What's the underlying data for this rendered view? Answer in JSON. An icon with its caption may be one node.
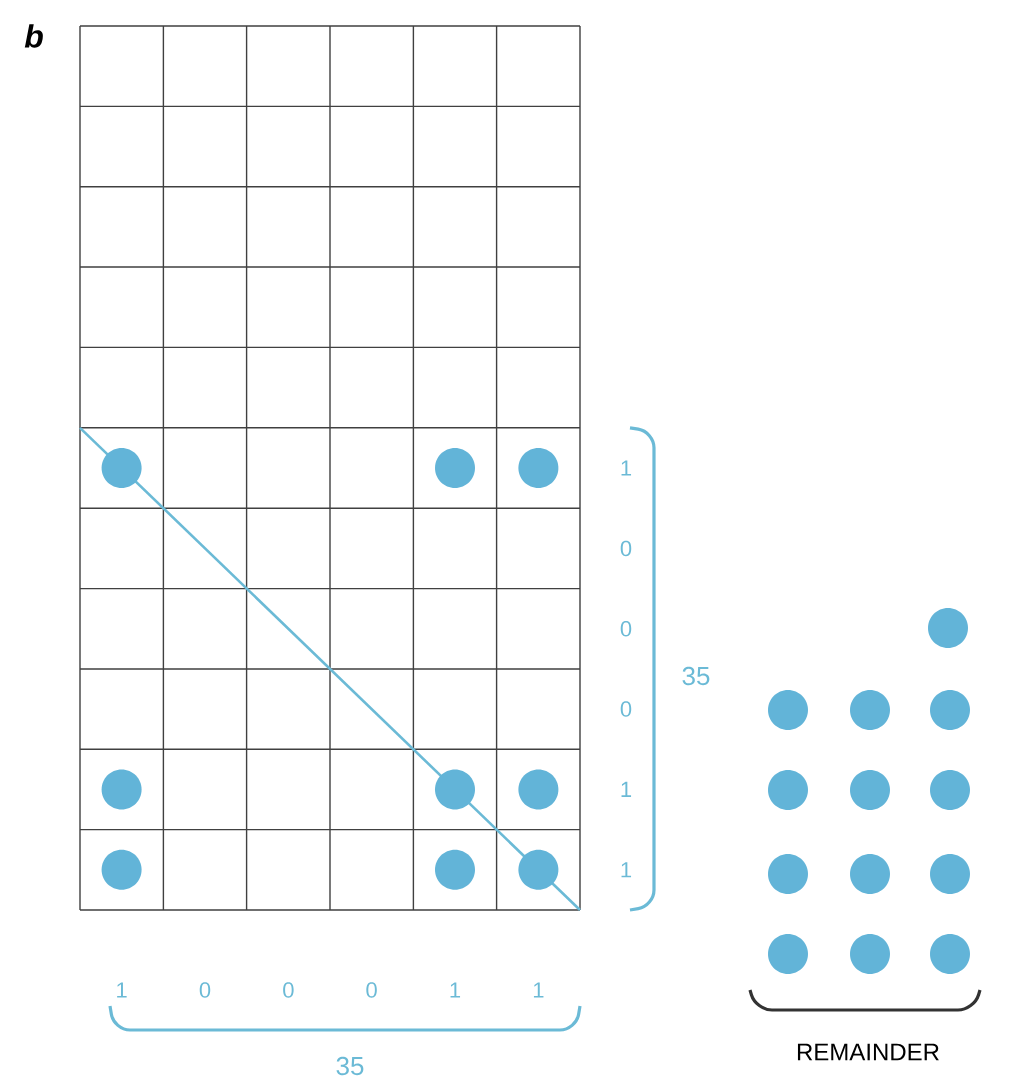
{
  "diagram": {
    "labels": [
      "b",
      "1",
      "0",
      "0",
      "0",
      "1",
      "1",
      "35",
      "1",
      "0",
      "0",
      "0",
      "1",
      "1",
      "35",
      "REMAINDER"
    ]
  }
}
